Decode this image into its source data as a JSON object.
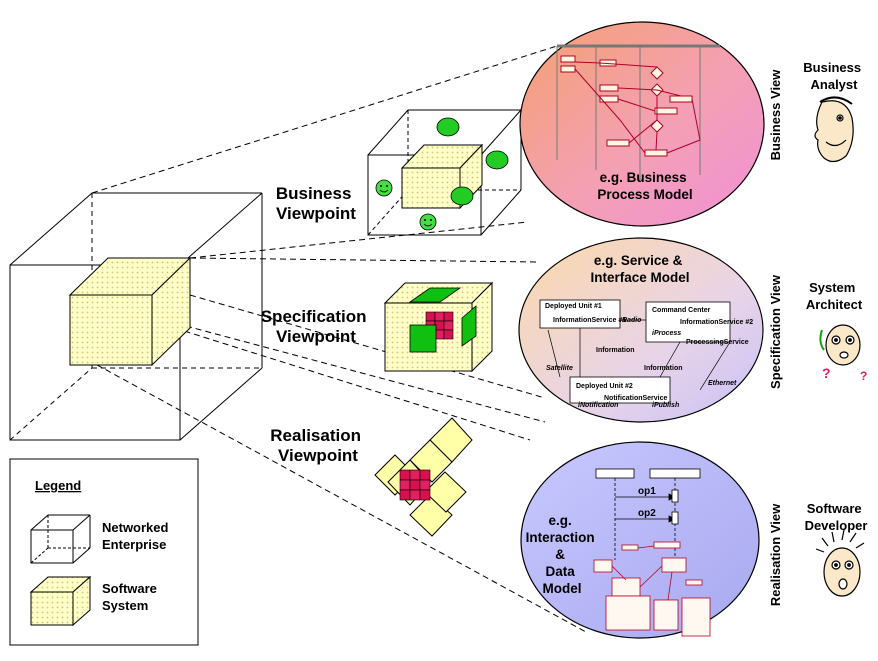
{
  "viewpoints": {
    "business": [
      "Business",
      "Viewpoint"
    ],
    "specification": [
      "Specification",
      "Viewpoint"
    ],
    "realisation": [
      "Realisation",
      "Viewpoint"
    ]
  },
  "views": {
    "business": "Business View",
    "specification": "Specification View",
    "realisation": "Realisation View"
  },
  "roles": {
    "business": [
      "Business",
      "Analyst"
    ],
    "specification": [
      "System",
      "Architect"
    ],
    "realisation": [
      "Software",
      "Developer"
    ]
  },
  "models": {
    "business": [
      "e.g. Business",
      "Process Model"
    ],
    "specification": [
      "e.g. Service &",
      "Interface Model"
    ],
    "realisation": [
      "e.g.",
      "Interaction",
      "&",
      "Data",
      "Model"
    ]
  },
  "spec_diagram": {
    "unit1": "Deployed Unit #1",
    "command": "Command Center",
    "unit2": "Deployed Unit #2",
    "info_service": "InformationService #1",
    "radio": "Radio",
    "info_service2": "InformationService #2",
    "iprocess": "iProcess",
    "processing": "ProcessingService",
    "information": "Information",
    "information2": "Information",
    "satellite": "Satellite",
    "ethernet": "Ethernet",
    "notification": "NotificationService",
    "inotification": "iNotification",
    "ipublish": "iPublish"
  },
  "seq_diagram": {
    "op1": "op1",
    "op2": "op2"
  },
  "legend": {
    "title": "Legend",
    "networked": [
      "Networked",
      "Enterprise"
    ],
    "software": [
      "Software",
      "System"
    ]
  },
  "colors": {
    "software_fill": "#ffffc8",
    "software_dot": "#e8d090",
    "red_cube": "#d81050",
    "green": "#10c010",
    "seq_box": "#b8001c"
  }
}
